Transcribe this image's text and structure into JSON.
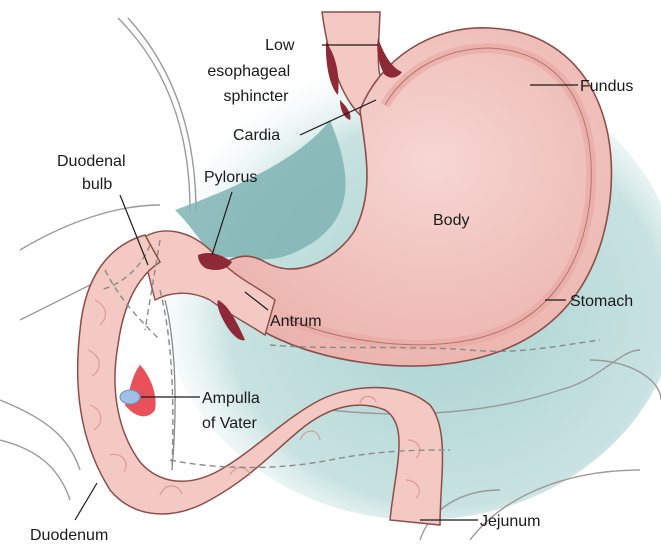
{
  "labels": {
    "low_esophageal_sphincter": [
      "Low",
      "esophageal",
      "sphincter"
    ],
    "fundus": "Fundus",
    "cardia": "Cardia",
    "duodenal_bulb": [
      "Duodenal",
      "bulb"
    ],
    "pylorus": "Pylorus",
    "body": "Body",
    "stomach": "Stomach",
    "antrum": "Antrum",
    "ampulla_of_vater": [
      "Ampulla",
      "of Vater"
    ],
    "jejunum": "Jejunum",
    "duodenum": "Duodenum"
  },
  "colors": {
    "organ_fill": "#f4c9c4",
    "organ_wall": "#e9aaa4",
    "organ_outline": "#8a4f4a",
    "sphincter": "#8e2a38",
    "ampulla_red": "#e8505a",
    "ampulla_blue": "#9ec1e6",
    "background_teal": "#9fc9c9",
    "background_outline": "#9a9a9a"
  }
}
